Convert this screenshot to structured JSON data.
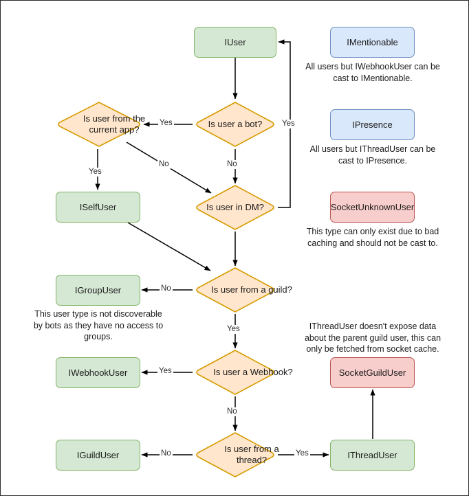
{
  "diagram": {
    "title": "Discord.Net user type resolution flowchart",
    "colors": {
      "green_fill": "#d5e8d4",
      "green_stroke": "#82b366",
      "blue_fill": "#dae8fc",
      "blue_stroke": "#6c8ebf",
      "red_fill": "#f8cecc",
      "red_stroke": "#b85450",
      "orange_fill": "#ffe6cc",
      "orange_stroke": "#d79b00",
      "edge_stroke": "#000000",
      "page_border": "#2b2b2b"
    },
    "nodes": {
      "iuser": "IUser",
      "is_user_a_bot": "Is user a bot?",
      "is_user_from_current_app": "Is user from the current app?",
      "is_user_in_dm": "Is user in DM?",
      "iselfuser": "ISelfUser",
      "is_user_from_guild": "Is user from a guild?",
      "igroupuser": "IGroupUser",
      "is_user_a_webhook": "Is user a Webhook?",
      "iwebhookuser": "IWebhookUser",
      "is_user_from_thread": "Is user from a thread?",
      "iguilduser": "IGuildUser",
      "ithreaduser": "IThreadUser",
      "imentionable": "IMentionable",
      "ipresence": "IPresence",
      "socketunknownuser": "SocketUnknownUser",
      "socketguilduser": "SocketGuildUser"
    },
    "notes": {
      "imentionable": "All users but IWebhookUser can be cast to IMentionable.",
      "ipresence": "All users but IThreadUser can be cast to IPresence.",
      "socketunknownuser": "This type can only exist due to bad caching and should not be cast to.",
      "igroupuser": "This user type is not discoverable by bots as they have no access to groups.",
      "socketguilduser": "IThreadUser doesn't expose data about the parent guild user, this can only be fetched from socket cache."
    },
    "edge_labels": {
      "bot_yes": "Yes",
      "bot_no": "No",
      "dm_yes": "Yes",
      "currentapp_yes": "Yes",
      "currentapp_no": "No",
      "guild_no": "No",
      "guild_yes": "Yes",
      "webhook_yes": "Yes",
      "webhook_no": "No",
      "thread_no": "No",
      "thread_yes": "Yes"
    }
  }
}
